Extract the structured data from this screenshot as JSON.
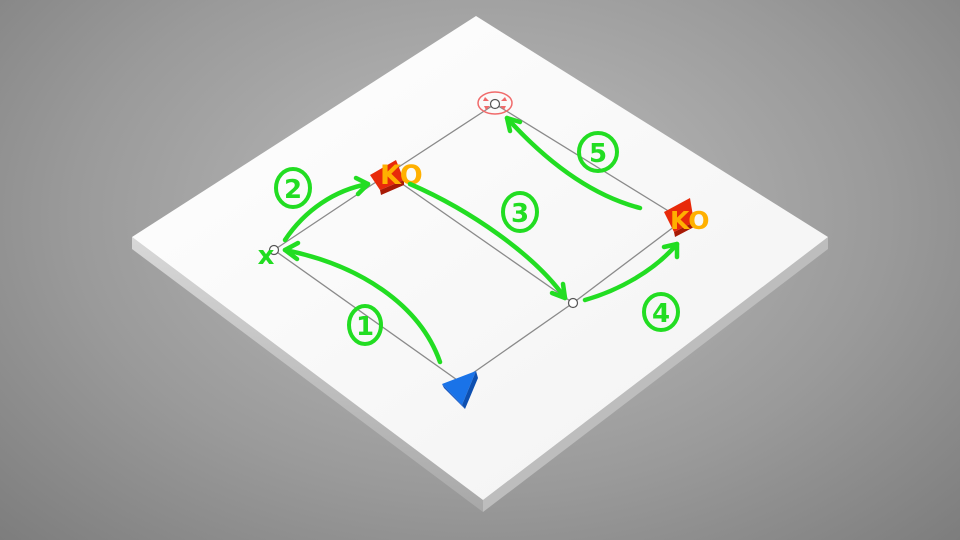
{
  "colors": {
    "background": "#9e9e9e",
    "board": "#ffffff",
    "path_line": "#8a8a8a",
    "annotation": "#22dd22",
    "ko_text": "#ffb000",
    "ko_marker": "#e82a0a",
    "start_marker": "#1a73e8",
    "goal_marker": "#f06a6a"
  },
  "annotations": {
    "step_1": "1",
    "step_2": "2",
    "step_3": "3",
    "step_4": "4",
    "step_5": "5",
    "start_mark": "x"
  },
  "ko_labels": {
    "left": "KO",
    "right": "KO"
  }
}
